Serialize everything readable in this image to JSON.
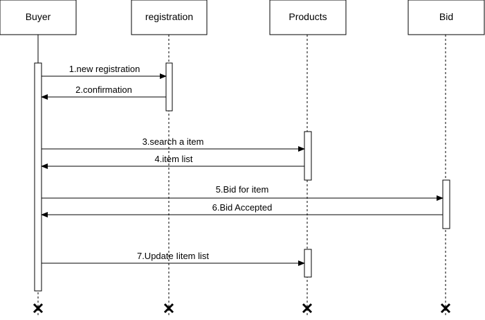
{
  "participants": [
    {
      "id": "buyer",
      "label": "Buyer"
    },
    {
      "id": "registration",
      "label": "registration"
    },
    {
      "id": "products",
      "label": "Products"
    },
    {
      "id": "bid",
      "label": "Bid"
    }
  ],
  "messages": [
    {
      "from": "buyer",
      "to": "registration",
      "label": "1.new registration"
    },
    {
      "from": "registration",
      "to": "buyer",
      "label": "2.confirmation"
    },
    {
      "from": "buyer",
      "to": "products",
      "label": "3.search a item"
    },
    {
      "from": "products",
      "to": "buyer",
      "label": "4.item list"
    },
    {
      "from": "buyer",
      "to": "bid",
      "label": "5.Bid for item"
    },
    {
      "from": "bid",
      "to": "buyer",
      "label": "6.Bid Accepted"
    },
    {
      "from": "buyer",
      "to": "products",
      "label": "7.Update Iitem list"
    }
  ],
  "colors": {
    "stroke": "#000000",
    "fill": "#ffffff"
  }
}
